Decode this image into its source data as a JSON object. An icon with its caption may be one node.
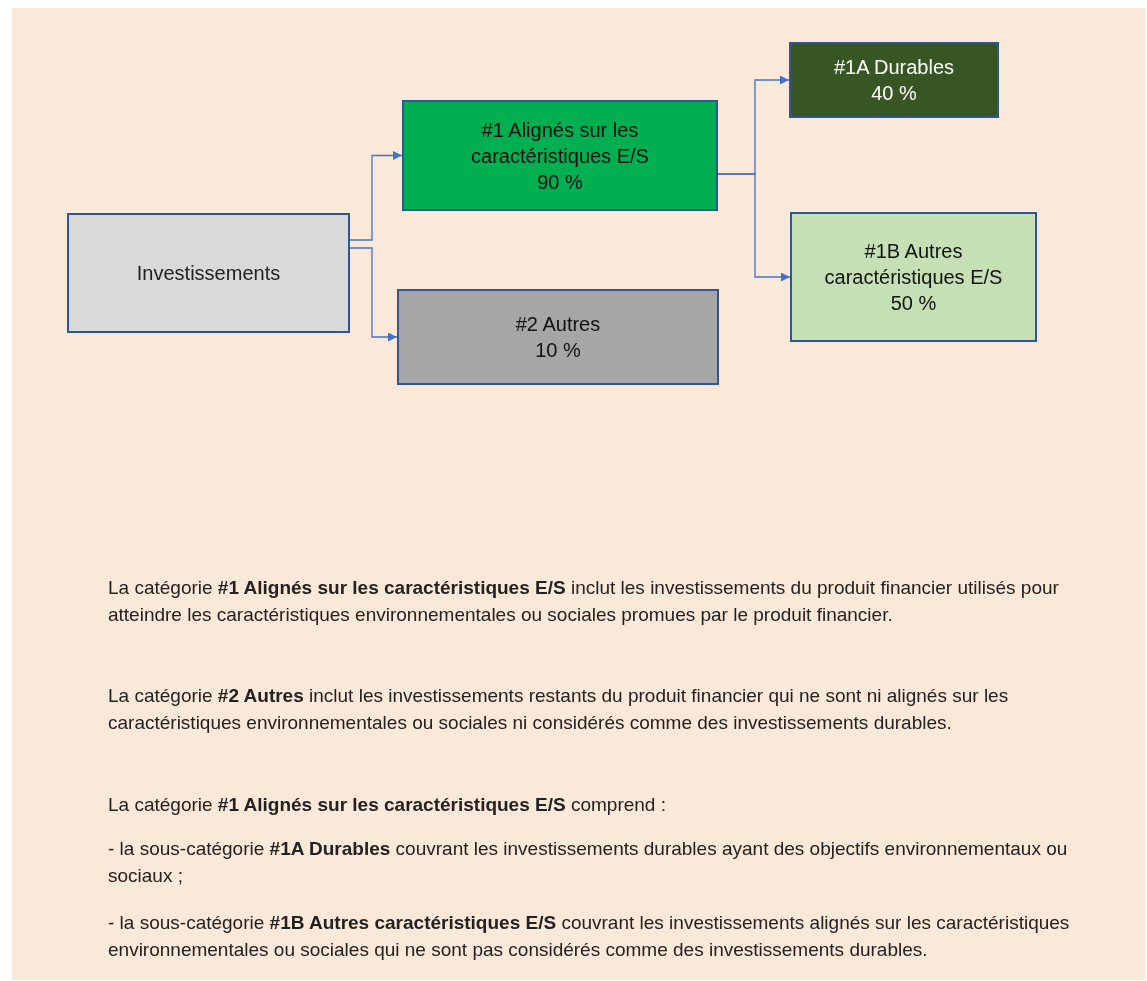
{
  "diagram": {
    "nodes": [
      {
        "text": [
          "Investissements"
        ]
      },
      {
        "text": [
          "#1 Alignés sur les caractéristiques E/S",
          "90 %"
        ]
      },
      {
        "text": [
          "#2 Autres",
          "10 %"
        ]
      },
      {
        "text": [
          "#1A Durables",
          "40 %"
        ]
      },
      {
        "text": [
          "#1B Autres caractéristiques E/S",
          "50 %"
        ]
      }
    ],
    "edges": [
      {
        "from": 0,
        "to": 1,
        "arrow": "to"
      },
      {
        "from": 0,
        "to": 2,
        "arrow": "to"
      },
      {
        "from": 1,
        "to": 3,
        "arrow": "to"
      },
      {
        "from": 1,
        "to": 4,
        "arrow": "to"
      }
    ],
    "labels": [
      "La catégorie **#1 Alignés sur les caractéristiques E/S** inclut les investissements du produit financier utilisés pour atteindre les caractéristiques environnementales ou sociales promues par le produit financier.",
      "La catégorie **#2 Autres** inclut les investissements restants du produit financier qui ne sont ni alignés sur les caractéristiques environnementales ou sociales ni considérés comme des investissements durables.",
      "La catégorie **#1 Alignés sur les caractéristiques E/S** comprend :",
      "- la sous-catégorie **#1A Durables** couvrant les investissements durables ayant des objectifs environnementaux ou sociaux ;",
      "- la sous-catégorie **#1B Autres caractéristiques E/S** couvrant les investissements alignés sur les caractéristiques environnementales ou sociales qui ne sont pas considérés comme des investissements durables."
    ]
  }
}
